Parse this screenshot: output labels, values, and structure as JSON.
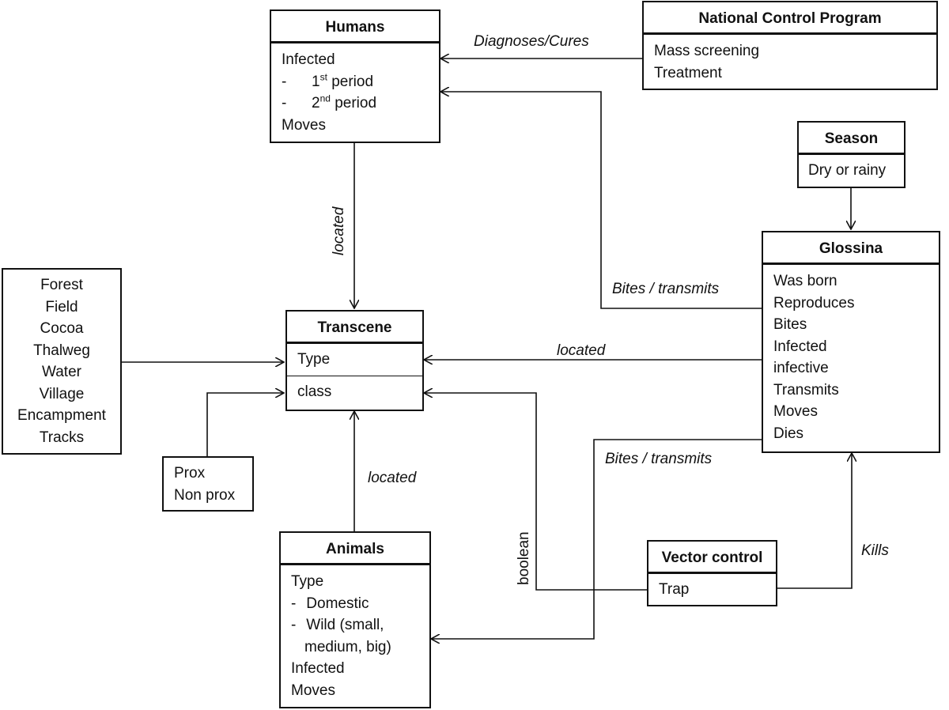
{
  "humans": {
    "title": "Humans",
    "infected": "Infected",
    "period1_dash": "-",
    "period1_num": "1",
    "period1_sup": "st",
    "period1_text": " period",
    "period2_dash": "-",
    "period2_num": "2",
    "period2_sup": "nd",
    "period2_text": " period",
    "moves": "Moves"
  },
  "ncp": {
    "title": "National Control Program",
    "items": [
      "Mass screening",
      "Treatment"
    ]
  },
  "season": {
    "title": "Season",
    "value": "Dry or rainy"
  },
  "glossina": {
    "title": "Glossina",
    "items": [
      "Was born",
      "Reproduces",
      "Bites",
      "Infected",
      "infective",
      "Transmits",
      "Moves",
      "Dies"
    ]
  },
  "transcene": {
    "title": "Transcene",
    "type": "Type",
    "class": "class"
  },
  "landcover": {
    "items": [
      "Forest",
      "Field",
      "Cocoa",
      "Thalweg",
      "Water",
      "Village",
      "Encampment",
      "Tracks"
    ]
  },
  "prox": {
    "items": [
      "Prox",
      "Non prox"
    ]
  },
  "animals": {
    "title": "Animals",
    "type": "Type",
    "domestic_dash": "-",
    "domestic": "Domestic",
    "wild_dash": "-",
    "wild1": "Wild (small,",
    "wild2": "medium, big)",
    "infected": "Infected",
    "moves": "Moves"
  },
  "vector_control": {
    "title": "Vector control",
    "trap": "Trap"
  },
  "edge_labels": {
    "diagnoses_cures": "Diagnoses/Cures",
    "located_humans": "located",
    "bites_transmits_humans": "Bites / transmits",
    "located_glossina": "located",
    "bites_transmits_animals": "Bites / transmits",
    "located_animals": "located",
    "boolean": "boolean",
    "kills": "Kills"
  }
}
